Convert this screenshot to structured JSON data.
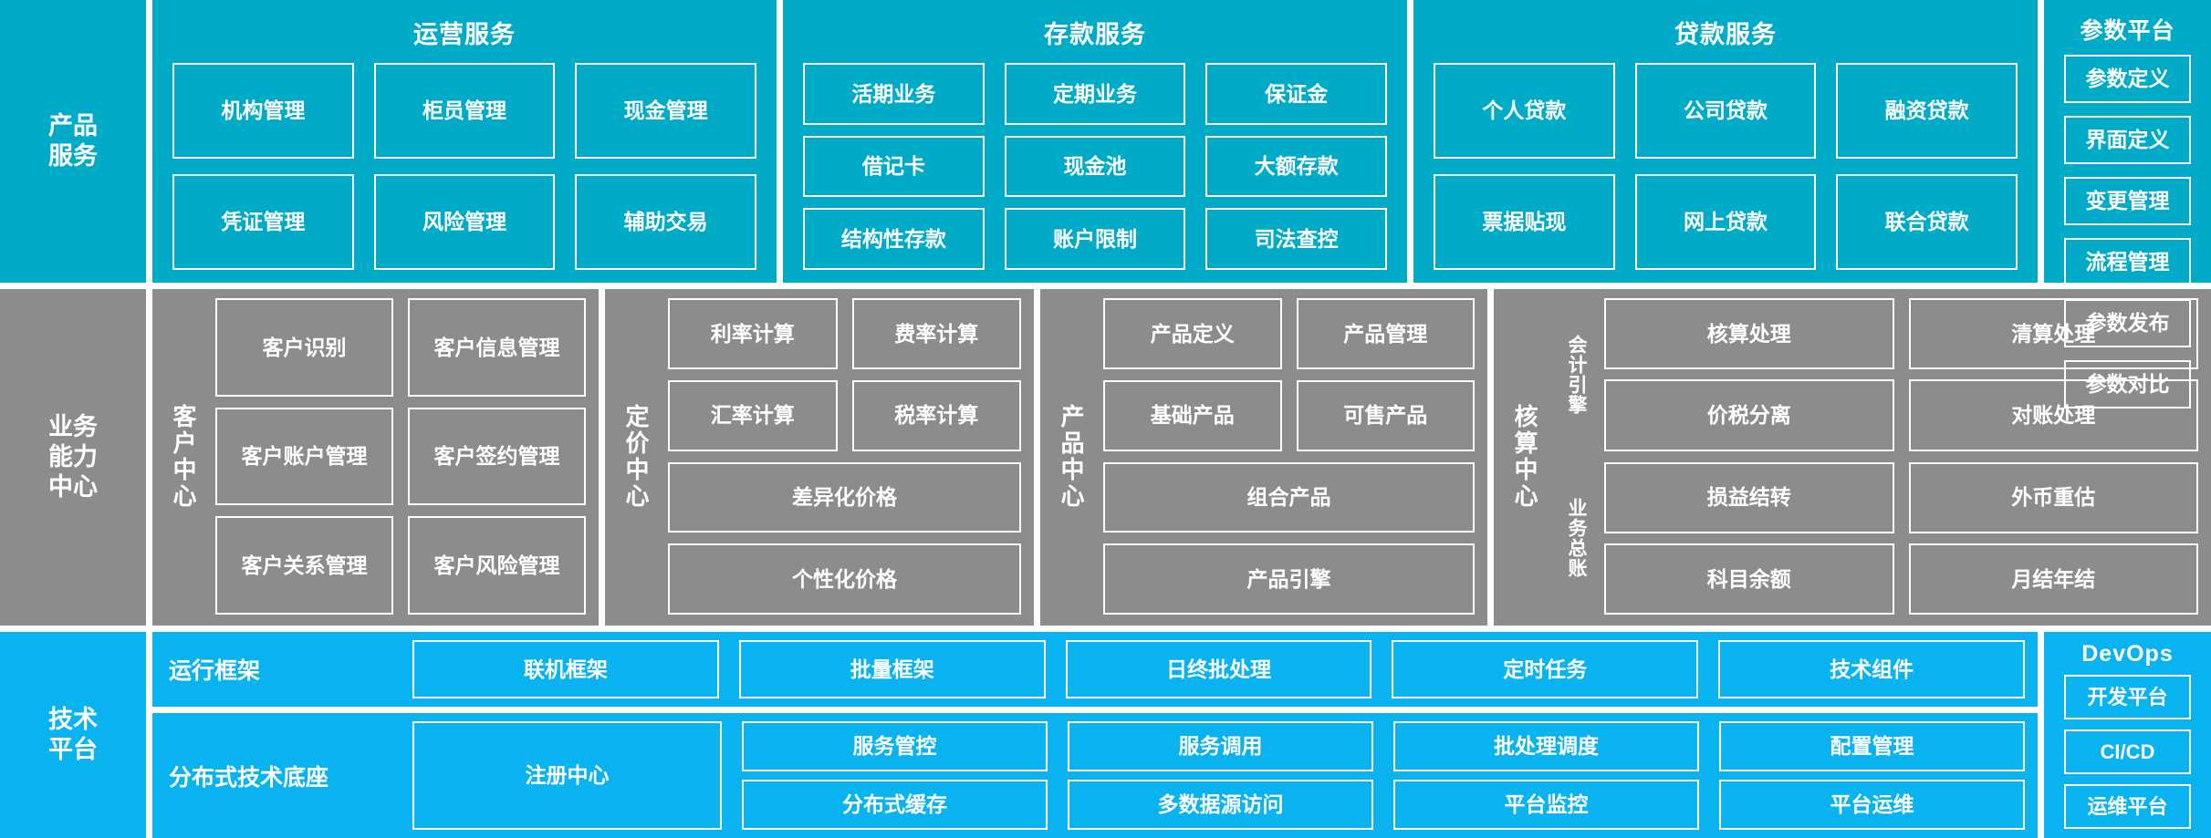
{
  "rows": {
    "product_services": {
      "label": "产品\n服务",
      "label_lines": [
        "产品",
        "服务"
      ],
      "panels": [
        {
          "title": "运营服务",
          "cells": [
            "机构管理",
            "柜员管理",
            "现金管理",
            "凭证管理",
            "风险管理",
            "辅助交易"
          ]
        },
        {
          "title": "存款服务",
          "cells": [
            "活期业务",
            "定期业务",
            "保证金",
            "借记卡",
            "现金池",
            "大额存款",
            "结构性存款",
            "账户限制",
            "司法查控"
          ]
        },
        {
          "title": "贷款服务",
          "cells": [
            "个人贷款",
            "公司贷款",
            "融资贷款",
            "票据贴现",
            "网上贷款",
            "联合贷款"
          ]
        }
      ],
      "parameter_platform": {
        "title": "参数平台",
        "items": [
          "参数定义",
          "界面定义",
          "变更管理",
          "流程管理",
          "参数发布",
          "参数对比"
        ]
      }
    },
    "business_capability": {
      "label_lines": [
        "业务",
        "能力",
        "中心"
      ],
      "centers": [
        {
          "name": "客户中心",
          "rows": [
            [
              "客户识别",
              "客户信息管理"
            ],
            [
              "客户账户管理",
              "客户签约管理"
            ],
            [
              "客户关系管理",
              "客户风险管理"
            ]
          ]
        },
        {
          "name": "定价中心",
          "rows": [
            [
              "利率计算",
              "费率计算"
            ],
            [
              "汇率计算",
              "税率计算"
            ],
            [
              "差异化价格"
            ],
            [
              "个性化价格"
            ]
          ]
        },
        {
          "name": "产品中心",
          "rows": [
            [
              "产品定义",
              "产品管理"
            ],
            [
              "基础产品",
              "可售产品"
            ],
            [
              "组合产品"
            ],
            [
              "产品引擎"
            ]
          ]
        },
        {
          "name": "核算中心",
          "groups": [
            {
              "name": "会计引擎",
              "cells": [
                "核算处理",
                "清算处理",
                "价税分离",
                "对账处理"
              ]
            },
            {
              "name": "业务总账",
              "cells": [
                "损益结转",
                "外币重估",
                "科目余额",
                "月结年结"
              ]
            }
          ]
        }
      ]
    },
    "technology_platform": {
      "label_lines": [
        "技术",
        "平台"
      ],
      "strips": [
        {
          "label": "运行框架",
          "cells": [
            "联机框架",
            "批量框架",
            "日终批处理",
            "定时任务",
            "技术组件"
          ]
        },
        {
          "label": "分布式技术底座",
          "wide_cell": "注册中心",
          "columns": [
            [
              "服务管控",
              "分布式缓存"
            ],
            [
              "服务调用",
              "多数据源访问"
            ],
            [
              "批处理调度",
              "平台监控"
            ],
            [
              "配置管理",
              "平台运维"
            ]
          ]
        }
      ],
      "devops": {
        "title": "DevOps",
        "items": [
          "开发平台",
          "CI/CD",
          "运维平台"
        ]
      }
    }
  },
  "colors": {
    "teal": "#00ABC7",
    "gray": "#8C8C8C",
    "bright_blue": "#09B3F0",
    "border": "#FFFFFF",
    "text": "#FFFFFF"
  }
}
